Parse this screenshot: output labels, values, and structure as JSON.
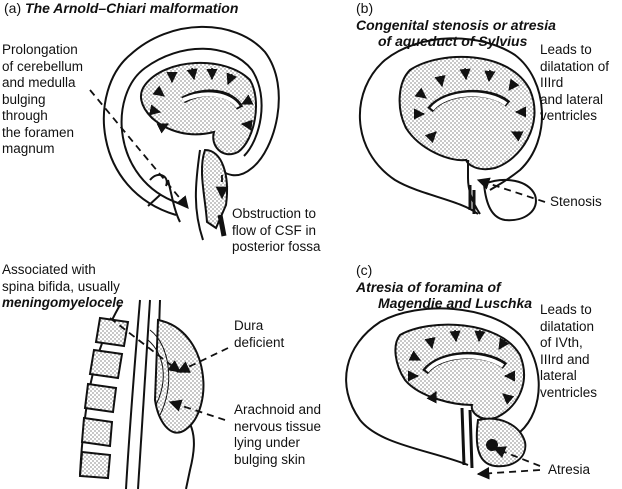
{
  "panel_a": {
    "letter": "(a)",
    "title": "The Arnold–Chiari malformation",
    "label_prolongation": [
      "Prolongation",
      "of cerebellum",
      "and medulla",
      "bulging",
      "through",
      "the foramen",
      "magnum"
    ],
    "label_obstruction": [
      "Obstruction to",
      "flow of CSF in",
      "posterior fossa"
    ],
    "label_associated_1": "Associated with",
    "label_associated_2": "spina bifida, usually",
    "label_associated_3": "meningomyelocele",
    "label_dura": [
      "Dura",
      "deficient"
    ],
    "label_arachnoid": [
      "Arachnoid and",
      "nervous tissue",
      "lying under",
      "bulging skin"
    ]
  },
  "panel_b": {
    "letter": "(b)",
    "title_1": "Congenital stenosis or atresia",
    "title_2": "of aqueduct of Sylvius",
    "label_leads": [
      "Leads to",
      "dilatation of",
      "IIIrd",
      "and lateral",
      "ventricles"
    ],
    "label_stenosis": "Stenosis"
  },
  "panel_c": {
    "letter": "(c)",
    "title_1": "Atresia of foramina of",
    "title_2": "Magendie and Luschka",
    "label_leads": [
      "Leads to",
      "dilatation",
      "of IVth,",
      "IIIrd and",
      "lateral",
      "ventricles"
    ],
    "label_atresia": "Atresia"
  },
  "colors": {
    "ink": "#111111",
    "stipple": "#bdbdbd",
    "paper": "#ffffff"
  }
}
